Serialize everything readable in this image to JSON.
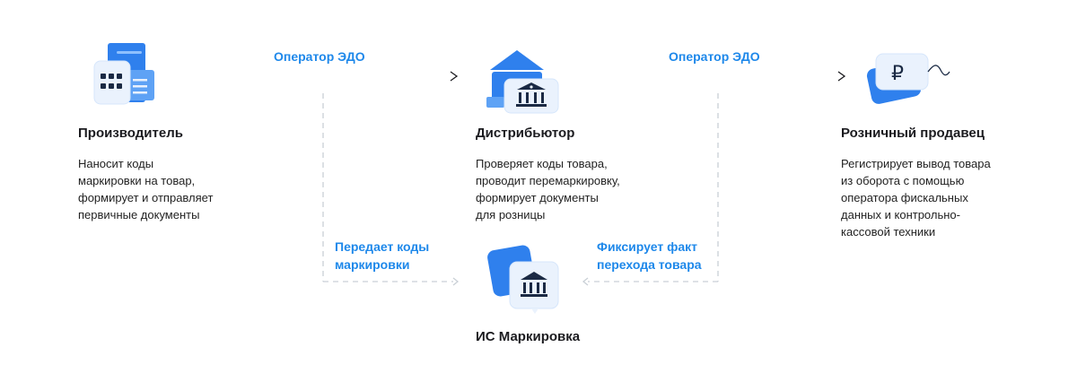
{
  "colors": {
    "accent": "#1e88ea",
    "icon_primary": "#2f80ed",
    "icon_light": "#e8f1fd",
    "dashed_line": "#c9cfd6",
    "arrow_line": "#1b1b1f"
  },
  "edges": {
    "top_left_label": "Оператор ЭДО",
    "top_right_label": "Оператор ЭДО",
    "bottom_left_label": [
      "Передает коды",
      "маркировки"
    ],
    "bottom_right_label": [
      "Фиксирует факт",
      "перехода товара"
    ]
  },
  "nodes": {
    "producer": {
      "icon": "factory-icon",
      "title": "Производитель",
      "desc": [
        "Наносит коды",
        "маркировки на товар,",
        "формирует и отправляет",
        "первичные документы"
      ]
    },
    "distributor": {
      "icon": "bank-building-icon",
      "title": "Дистрибьютор",
      "desc": [
        "Проверяет коды товара,",
        "проводит перемаркировку,",
        "формирует документы",
        "для розницы"
      ]
    },
    "retailer": {
      "icon": "ruble-tag-icon",
      "title": "Розничный продавец",
      "desc": [
        "Регистрирует вывод товара",
        "из оборота с помощью",
        "оператора фискальных",
        "данных и контрольно-",
        "кассовой техники"
      ]
    },
    "system": {
      "icon": "government-building-icon",
      "title": "ИС Маркировка"
    }
  }
}
